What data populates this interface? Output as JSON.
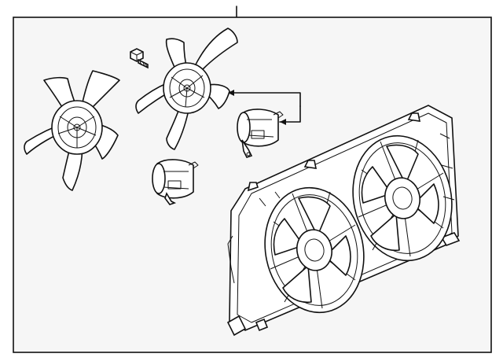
{
  "diagram": {
    "kind": "parts-exploded-view",
    "background": "#f6f6f6",
    "line_color": "#111111",
    "components": [
      "fan-blade-left",
      "fan-blade-upper",
      "retaining-bolt",
      "fan-motor-upper",
      "fan-motor-lower",
      "fan-shroud-assembly"
    ]
  }
}
